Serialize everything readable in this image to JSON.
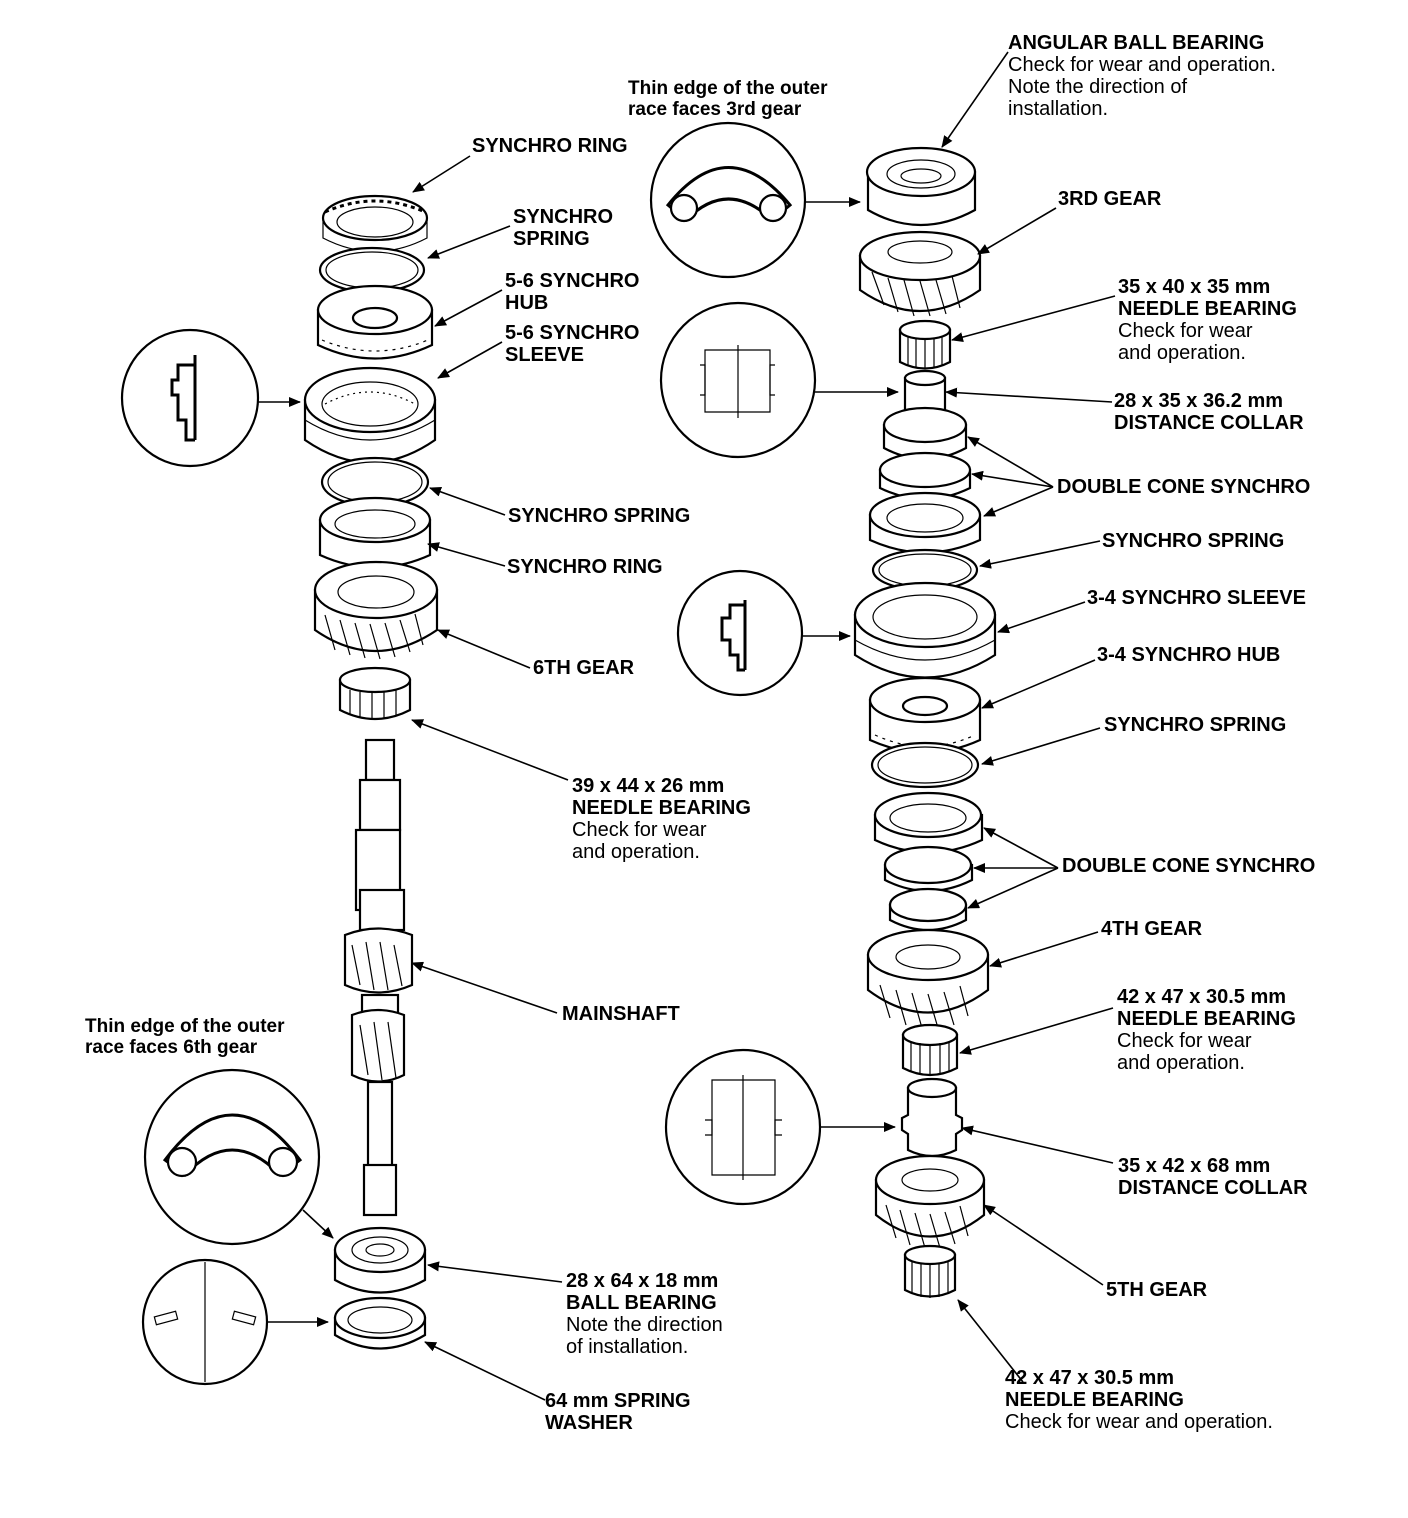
{
  "captions": {
    "race_3rd": [
      "Thin edge of the outer",
      "race faces 3rd gear"
    ],
    "race_6th": [
      "Thin edge of the outer",
      "race faces 6th gear"
    ]
  },
  "left": {
    "synchro_ring_top": {
      "title": [
        "SYNCHRO RING"
      ],
      "note": []
    },
    "synchro_spring_top": {
      "title": [
        "SYNCHRO",
        "SPRING"
      ],
      "note": []
    },
    "hub_56": {
      "title": [
        "5-6 SYNCHRO",
        "HUB"
      ],
      "note": []
    },
    "sleeve_56": {
      "title": [
        "5-6 SYNCHRO",
        "SLEEVE"
      ],
      "note": []
    },
    "synchro_spring": {
      "title": [
        "SYNCHRO SPRING"
      ],
      "note": []
    },
    "synchro_ring": {
      "title": [
        "SYNCHRO RING"
      ],
      "note": []
    },
    "gear_6th": {
      "title": [
        "6TH GEAR"
      ],
      "note": []
    },
    "needle_39": {
      "title": [
        "39 x 44 x 26 mm",
        "NEEDLE BEARING"
      ],
      "note": [
        "Check for wear",
        "and operation."
      ]
    },
    "mainshaft": {
      "title": [
        "MAINSHAFT"
      ],
      "note": []
    },
    "ball_bearing": {
      "title": [
        "28 x 64 x 18 mm",
        "BALL BEARING"
      ],
      "note": [
        "Note the direction",
        "of installation."
      ]
    },
    "spring_washer": {
      "title": [
        "64 mm SPRING",
        "WASHER"
      ],
      "note": []
    }
  },
  "right": {
    "angular": {
      "title": [
        "ANGULAR BALL BEARING"
      ],
      "note": [
        "Check for wear and operation.",
        "Note the direction of",
        "installation."
      ]
    },
    "gear_3rd": {
      "title": [
        "3RD GEAR"
      ],
      "note": []
    },
    "needle_35": {
      "title": [
        "35 x 40 x 35 mm",
        "NEEDLE BEARING"
      ],
      "note": [
        "Check for wear",
        "and operation."
      ]
    },
    "collar_28": {
      "title": [
        "28 x 35 x 36.2 mm",
        "DISTANCE COLLAR"
      ],
      "note": []
    },
    "dcs_top": {
      "title": [
        "DOUBLE CONE SYNCHRO"
      ],
      "note": []
    },
    "spring_a": {
      "title": [
        "SYNCHRO SPRING"
      ],
      "note": []
    },
    "sleeve_34": {
      "title": [
        "3-4 SYNCHRO SLEEVE"
      ],
      "note": []
    },
    "hub_34": {
      "title": [
        "3-4 SYNCHRO HUB"
      ],
      "note": []
    },
    "spring_b": {
      "title": [
        "SYNCHRO SPRING"
      ],
      "note": []
    },
    "dcs_bottom": {
      "title": [
        "DOUBLE CONE SYNCHRO"
      ],
      "note": []
    },
    "gear_4th": {
      "title": [
        "4TH GEAR"
      ],
      "note": []
    },
    "needle_42a": {
      "title": [
        "42 x 47 x 30.5 mm",
        "NEEDLE BEARING"
      ],
      "note": [
        "Check for wear",
        "and operation."
      ]
    },
    "collar_35": {
      "title": [
        "35 x 42 x 68 mm",
        "DISTANCE COLLAR"
      ],
      "note": []
    },
    "gear_5th": {
      "title": [
        "5TH GEAR"
      ],
      "note": []
    },
    "needle_42b": {
      "title": [
        "42 x 47 x 30.5 mm",
        "NEEDLE BEARING"
      ],
      "note": [
        "Check for wear and operation."
      ]
    }
  }
}
